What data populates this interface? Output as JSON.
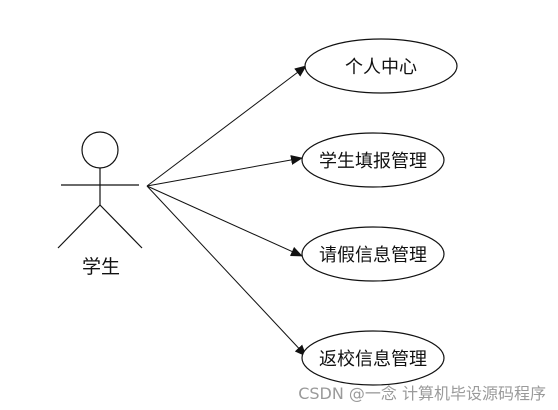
{
  "actor": {
    "name": "学生"
  },
  "use_cases": [
    {
      "label": "个人中心"
    },
    {
      "label": "学生填报管理"
    },
    {
      "label": "请假信息管理"
    },
    {
      "label": "返校信息管理"
    }
  ],
  "watermark": "CSDN @一念 计算机毕设源码程序"
}
